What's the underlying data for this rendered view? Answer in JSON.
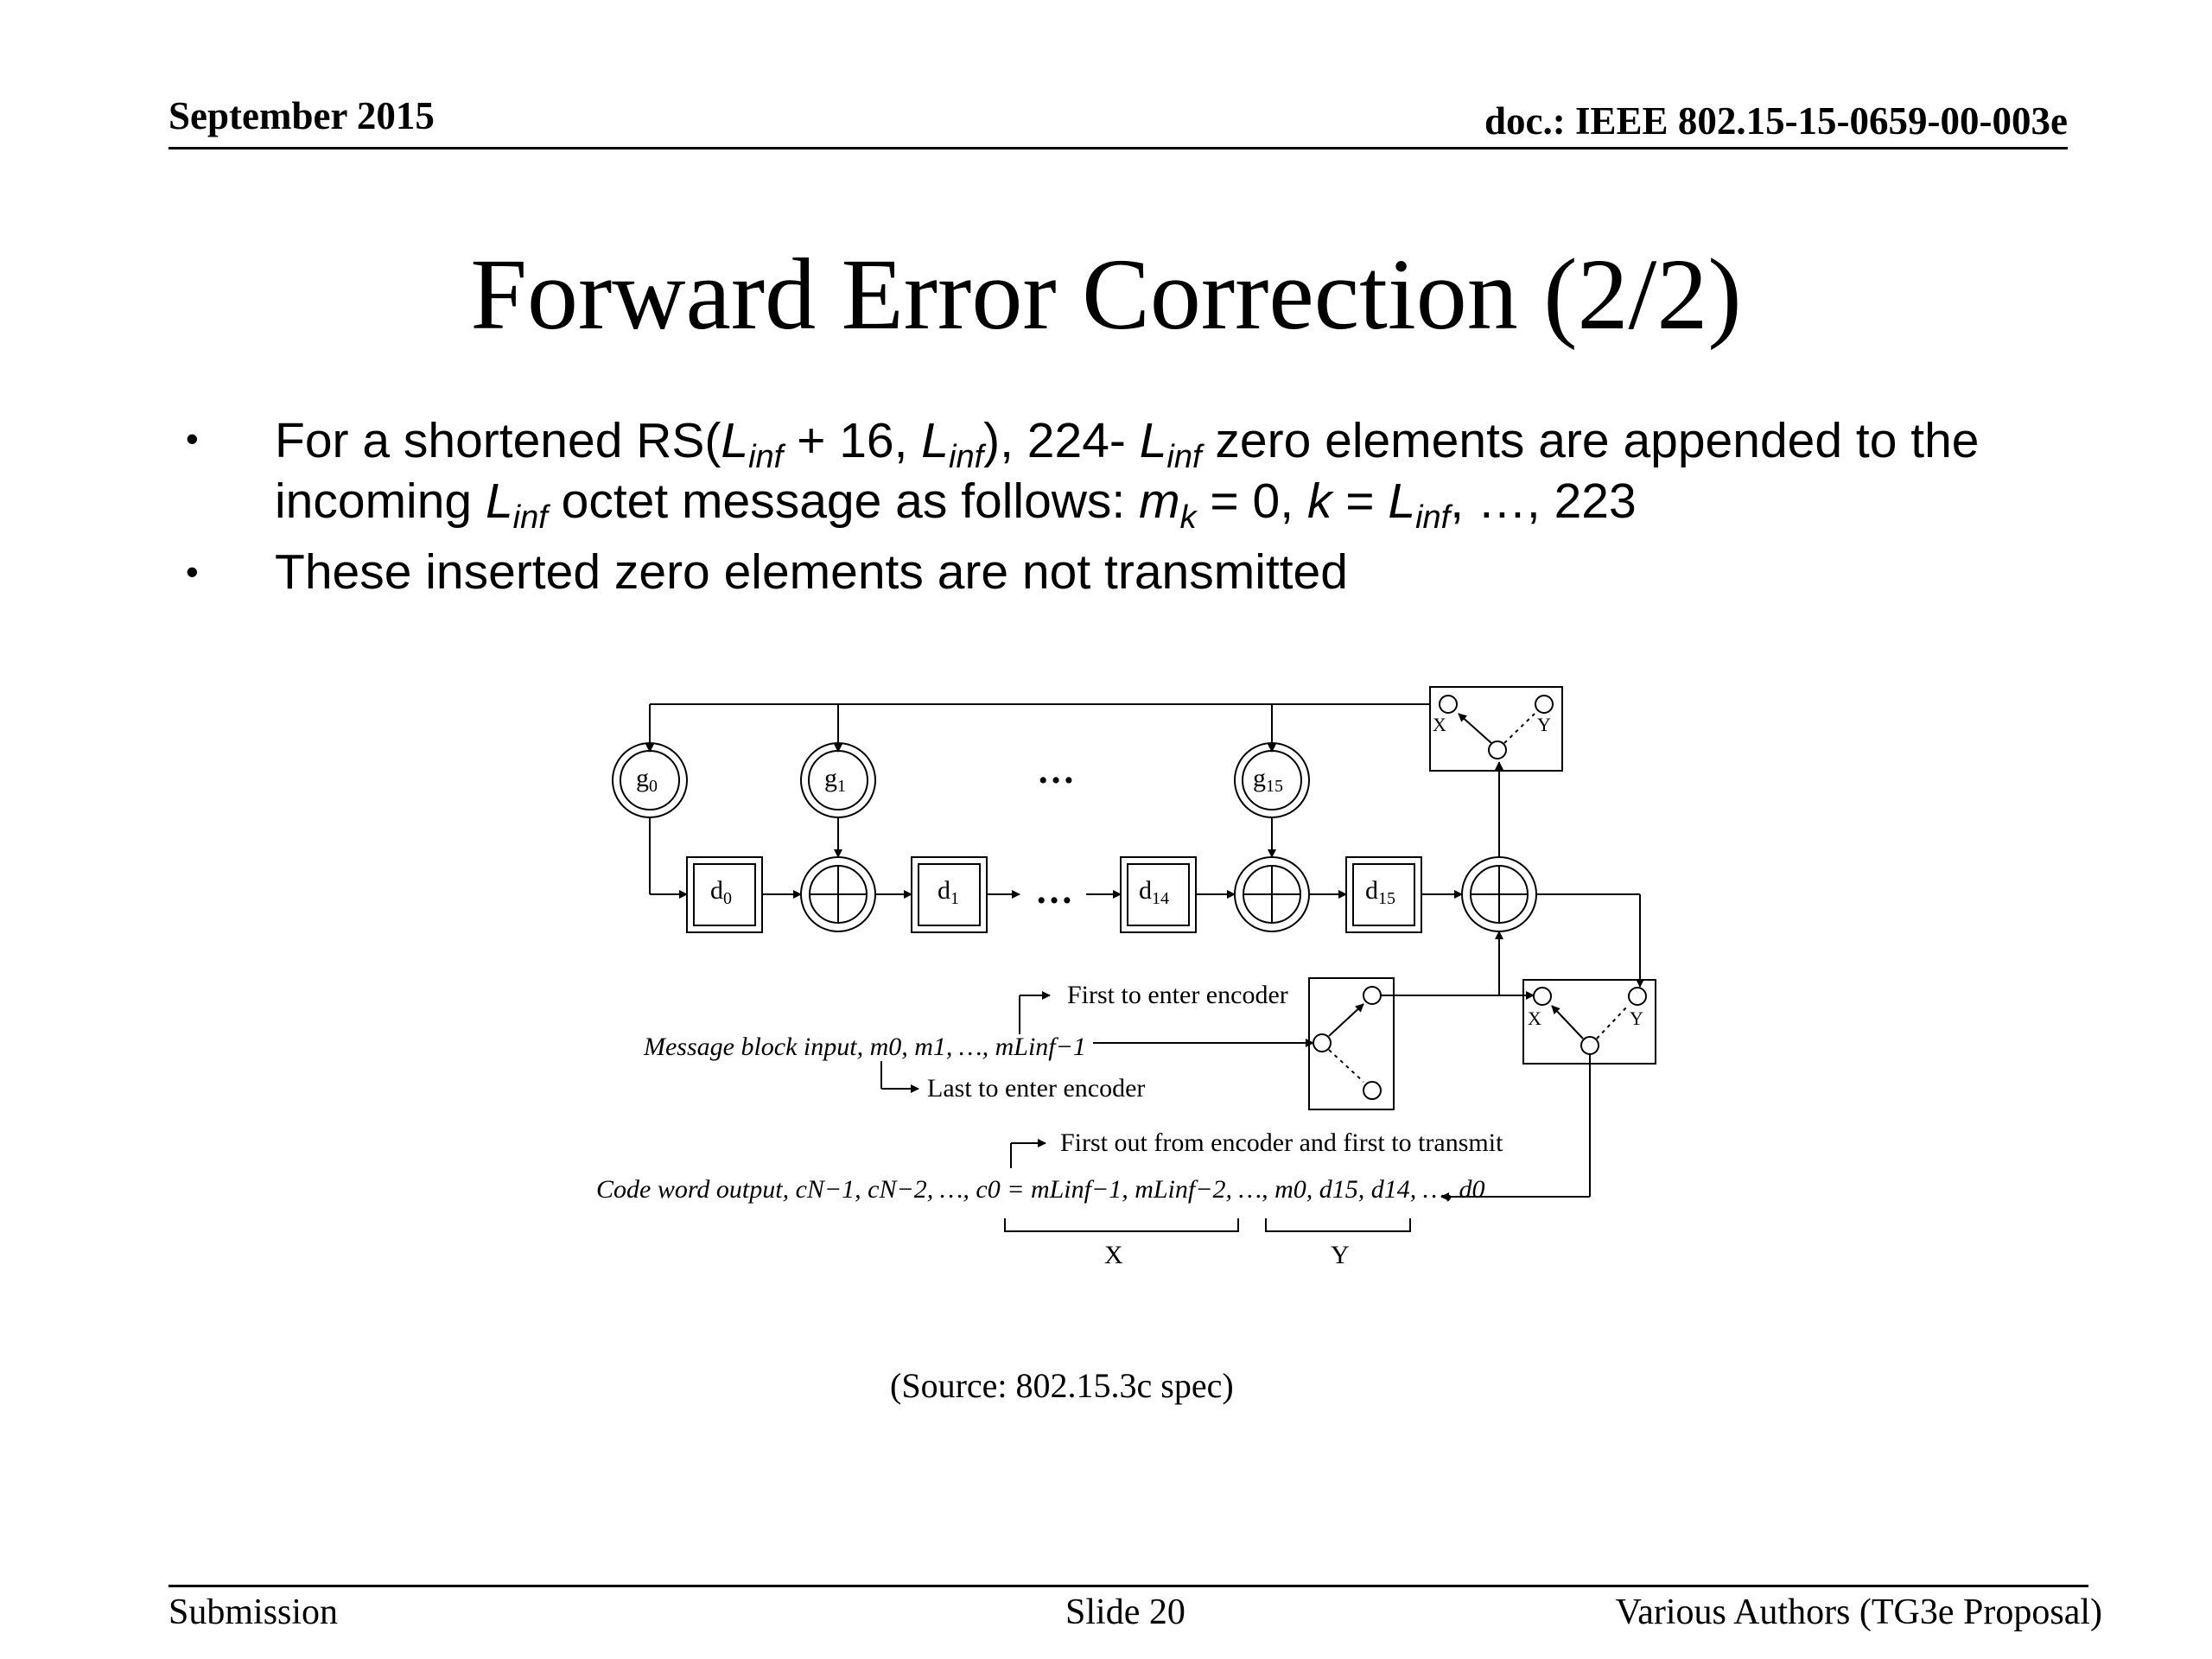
{
  "header": {
    "date": "September 2015",
    "doc": "doc.: IEEE 802.15-15-0659-00-003e"
  },
  "title": "Forward Error Correction (2/2)",
  "bullets": {
    "b1_l1_a": "For a shortened RS(",
    "b1_l1_b": "L",
    "b1_l1_c": "inf",
    "b1_l1_d": " + 16, ",
    "b1_l1_e": "L",
    "b1_l1_f": "inf",
    "b1_l1_g": "), 224- ",
    "b1_l1_h": "L",
    "b1_l1_i": "inf",
    "b1_l1_j": " zero elements are appended to the",
    "b1_l2_a": "incoming ",
    "b1_l2_b": "L",
    "b1_l2_c": "inf",
    "b1_l2_d": " octet message as follows: ",
    "b1_l2_e": "m",
    "b1_l2_f": "k",
    "b1_l2_g": " = 0, ",
    "b1_l2_h": "k",
    "b1_l2_i": " = ",
    "b1_l2_j": "L",
    "b1_l2_k": "inf",
    "b1_l2_l": ", …, 223",
    "b2": "These inserted zero elements are not transmitted",
    "dot": "•"
  },
  "diagram": {
    "ellipsis": "…",
    "g_base": "g",
    "g0_sub": "0",
    "g1_sub": "1",
    "g15_sub": "15",
    "d_base": "d",
    "d0_sub": "0",
    "d1_sub": "1",
    "d14_sub": "14",
    "d15_sub": "15",
    "switch_x": "X",
    "switch_y": "Y",
    "first_in": "First to enter encoder",
    "last_in": "Last to enter encoder",
    "msg_input": "Message block input, m0, m1, …, mLinf−1",
    "first_out": "First out from encoder and first to transmit",
    "code_word": "Code word output, cN−1, cN−2, …, c0 = mLinf−1, mLinf−2, …, m0, d15, d14, …, d0",
    "brace_x": "X",
    "brace_y": "Y"
  },
  "source": "(Source: 802.15.3c spec)",
  "footer": {
    "left": "Submission",
    "center": "Slide 20",
    "right": "Various Authors (TG3e Proposal)"
  }
}
